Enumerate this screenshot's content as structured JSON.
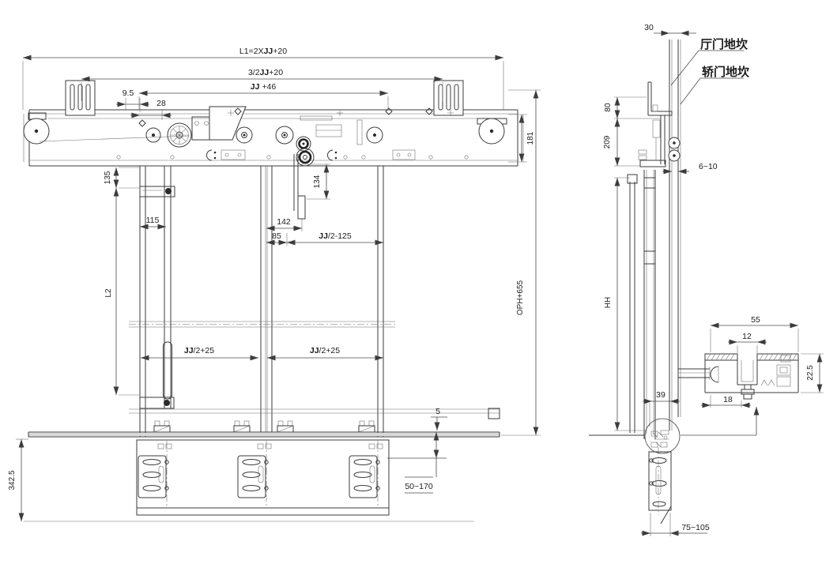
{
  "front": {
    "dims": {
      "l1": {
        "a": "L1=2X",
        "b": "JJ",
        "c": "+20"
      },
      "w32": {
        "a": "3/2",
        "b": "JJ",
        "c": "+20"
      },
      "jj46": {
        "a": "",
        "b": "JJ",
        "c": " +46"
      },
      "jj2m125": {
        "a": "",
        "b": "JJ",
        "c": "/2-125"
      },
      "jj2p25L": {
        "a": "",
        "b": "JJ",
        "c": "/2+25"
      },
      "jj2p25R": {
        "a": "",
        "b": "JJ",
        "c": "/2+25"
      },
      "d95": "9.5",
      "d28": "28",
      "d181": "181",
      "oph": "OPH+655",
      "d135": "135",
      "l2": "L2",
      "d115": "115",
      "d134": "134",
      "d142": "142",
      "d85": "85",
      "d5": "5",
      "d50170": "50~170",
      "d3425": "342.5"
    }
  },
  "side": {
    "dims": {
      "d30": "30",
      "d80": "80",
      "d209": "209",
      "d610": "6~10",
      "hh": "HH",
      "d39": "39",
      "d75105": "75~105"
    },
    "labels": {
      "hall_sill": "厅门地坎",
      "car_sill": "轿门地坎"
    }
  },
  "section": {
    "dims": {
      "d55": "55",
      "d12": "12",
      "d225": "22.5",
      "d18": "18"
    }
  }
}
